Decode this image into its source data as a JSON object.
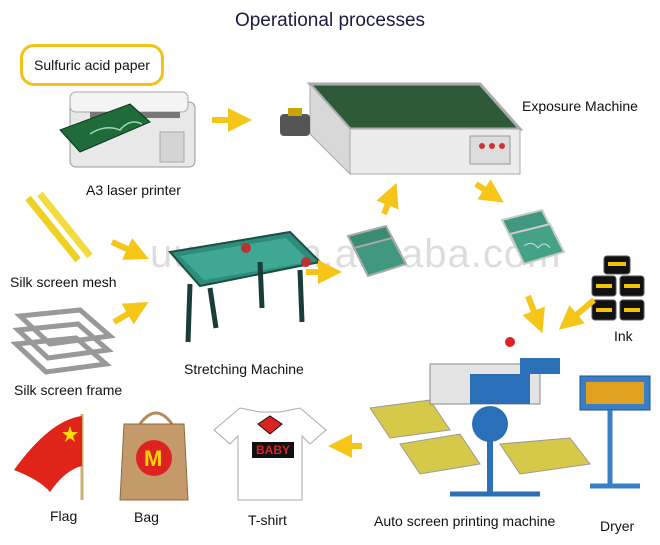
{
  "title": "Operational processes",
  "callout": "Sulfuric acid paper",
  "watermark": "uuuok.en.alibaba.com",
  "labels": {
    "printer": "A3 laser printer",
    "exposure": "Exposure Machine",
    "mesh": "Silk screen mesh",
    "frame": "Silk screen frame",
    "stretching": "Stretching Machine",
    "ink": "Ink",
    "auto": "Auto screen printing machine",
    "dryer": "Dryer",
    "flag": "Flag",
    "bag": "Bag",
    "tshirt": "T-shirt"
  },
  "bag_logo": "M",
  "tshirt_print": "BABY",
  "colors": {
    "arrow": "#f5c518",
    "callout_border": "#f2c21a",
    "title": "#1a1a40"
  }
}
